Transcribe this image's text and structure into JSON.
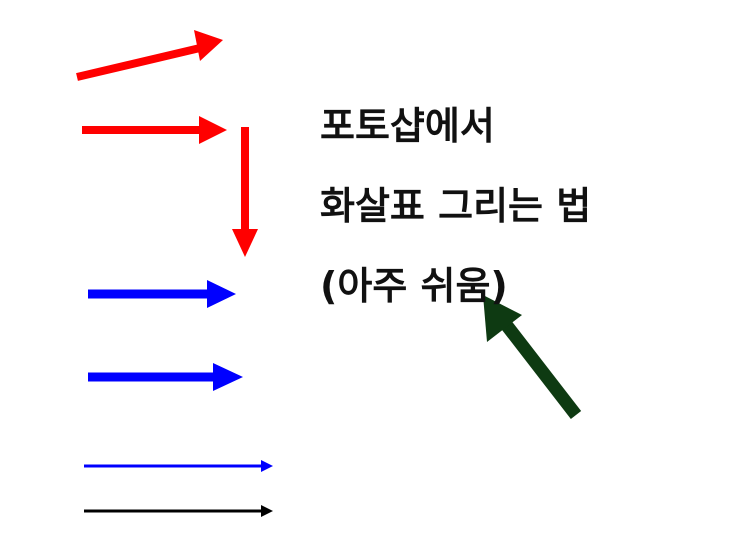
{
  "title": {
    "line1": "포토샵에서",
    "line2": "화살표 그리는 법",
    "line3": "(아주 쉬움)"
  },
  "colors": {
    "red": "#ff0000",
    "blue": "#0000ff",
    "black": "#000000",
    "dark_green": "#0e3a12",
    "background": "#ffffff",
    "text": "#111111"
  },
  "icons": [
    "red-diagonal-arrow-icon",
    "red-right-arrow-icon",
    "red-down-arrow-icon",
    "blue-thick-arrow-icon",
    "blue-thick-arrow-2-icon",
    "blue-thin-arrow-icon",
    "black-thin-arrow-icon",
    "green-pointer-arrow-icon"
  ]
}
